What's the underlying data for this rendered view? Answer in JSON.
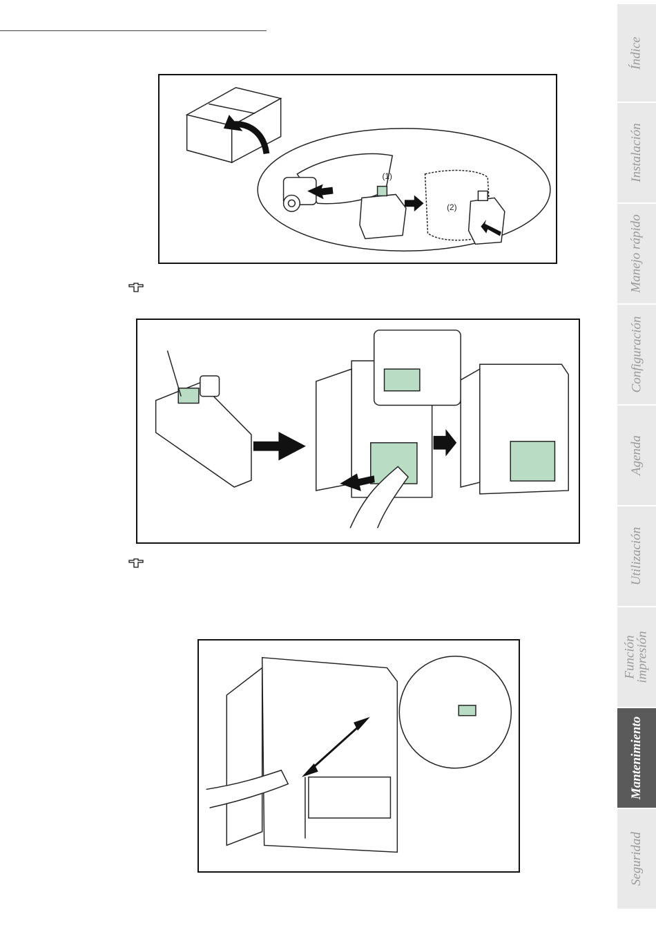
{
  "sidebar": {
    "tabs": [
      {
        "label": "Índice",
        "active": false
      },
      {
        "label": "Instalación",
        "active": false
      },
      {
        "label": "Manejo rápido",
        "active": false
      },
      {
        "label": "Configuración",
        "active": false
      },
      {
        "label": "Agenda",
        "active": false
      },
      {
        "label": "Utilización",
        "active": false
      },
      {
        "label": "Función\nimpresión",
        "active": false
      },
      {
        "label": "Mantenimiento",
        "active": true
      },
      {
        "label": "Seguridad",
        "active": false
      }
    ]
  },
  "figure1": {
    "step_label_1": "(1)",
    "step_label_2": "(2)"
  },
  "colors": {
    "accent_green": "#b8dcc4",
    "tab_bg": "#e9e9e9",
    "tab_active_bg": "#5a5a5a",
    "tab_text": "#9a9a9a"
  },
  "icons": [
    "note-hand-icon",
    "note-hand-icon"
  ]
}
